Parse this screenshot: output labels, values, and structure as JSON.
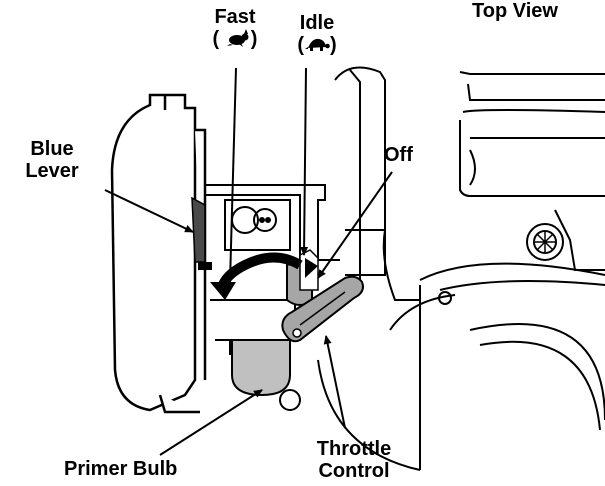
{
  "labels": {
    "fast": "Fast",
    "idle": "Idle",
    "top_view": "Top View",
    "blue_lever_line1": "Blue",
    "blue_lever_line2": "Lever",
    "off": "Off",
    "throttle_line1": "Throttle",
    "throttle_line2": "Control",
    "primer_bulb": "Primer Bulb",
    "paren_open": "(",
    "paren_close": ")"
  },
  "icons": {
    "fast": "rabbit-icon",
    "idle": "turtle-icon"
  },
  "colors": {
    "ink": "#000000",
    "throttle_gray": "#a6a6a6",
    "bulb_gray": "#c0c0c0",
    "lever_dark": "#4a4a4a",
    "background": "#ffffff"
  }
}
